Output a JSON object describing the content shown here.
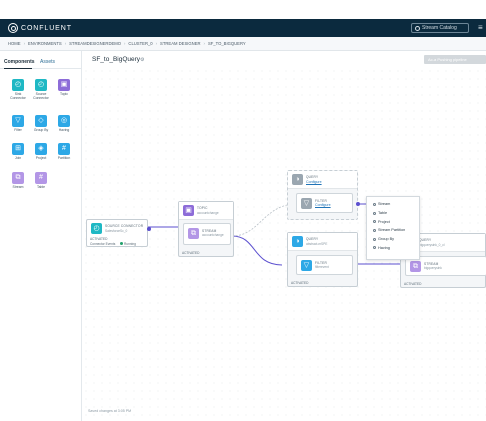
{
  "header": {
    "brand": "CONFLUENT",
    "search_placeholder": "Stream Catalog"
  },
  "breadcrumbs": [
    "HOME",
    "ENVIRONMENTS",
    "STREAMDESIGNERDEMO",
    "CLUSTER_0",
    "STREAM DESIGNER",
    "SF_TO_BIGQUERY"
  ],
  "sidebar": {
    "tabs": [
      "Components",
      "Assets"
    ],
    "components": [
      {
        "label": "Sink Connector",
        "icon": "plug-icon",
        "color": "#1fb8c4"
      },
      {
        "label": "Source Connector",
        "icon": "plug-icon",
        "color": "#1fb8c4"
      },
      {
        "label": "Topic",
        "icon": "topic-icon",
        "color": "#8d6cd8"
      },
      {
        "label": "Filter",
        "icon": "filter-icon",
        "color": "#2da8e6"
      },
      {
        "label": "Group By",
        "icon": "group-by-icon",
        "color": "#2da8e6"
      },
      {
        "label": "Having",
        "icon": "having-icon",
        "color": "#2da8e6"
      },
      {
        "label": "Join",
        "icon": "join-icon",
        "color": "#2da8e6"
      },
      {
        "label": "Project",
        "icon": "project-icon",
        "color": "#2da8e6"
      },
      {
        "label": "Partition",
        "icon": "partition-icon",
        "color": "#2da8e6"
      },
      {
        "label": "Stream",
        "icon": "stream-icon",
        "color": "#b396e6"
      },
      {
        "label": "Table",
        "icon": "table-icon",
        "color": "#b396e6"
      }
    ]
  },
  "canvas": {
    "pipeline_title": "SF_to_BigQuery",
    "action_label": "Ac-a Pushing pipeline",
    "footer_note": "Saved changes at 3:05 PM",
    "source_connector": {
      "cap": "SOURCE CONNECTOR",
      "sub": "SalesforceSc_0",
      "state": "ACTIVATED",
      "foot_left": "Connector Events",
      "foot_status": "Running"
    },
    "topic": {
      "cap": "TOPIC",
      "sub": "accountchange"
    },
    "stream1": {
      "cap": "STREAM",
      "sub": "accountchange",
      "state": "ACTIVATED"
    },
    "query_top": {
      "cap": "QUERY",
      "link": "Configure"
    },
    "filter_top": {
      "cap": "FILTER",
      "link": "Configure"
    },
    "query_mid": {
      "cap": "QUERY",
      "sub": "abstract-mSPE",
      "state": "ACTIVATED"
    },
    "filter_mid": {
      "cap": "FILTER",
      "sub": "filterevent"
    },
    "query_right": {
      "cap": "QUERY",
      "sub": "bigquerysink_0_cl"
    },
    "stream_right": {
      "cap": "STREAM",
      "sub": "bigquerysink",
      "state": "ACTIVATED"
    },
    "menu": [
      "Stream",
      "Table",
      "Project",
      "Stream Partition",
      "Group By",
      "Having"
    ]
  },
  "colors": {
    "navy": "#0b2a3e",
    "link": "#5b4fcf",
    "teal": "#1fb8c4",
    "purple": "#8d6cd8",
    "blue": "#2da8e6"
  }
}
